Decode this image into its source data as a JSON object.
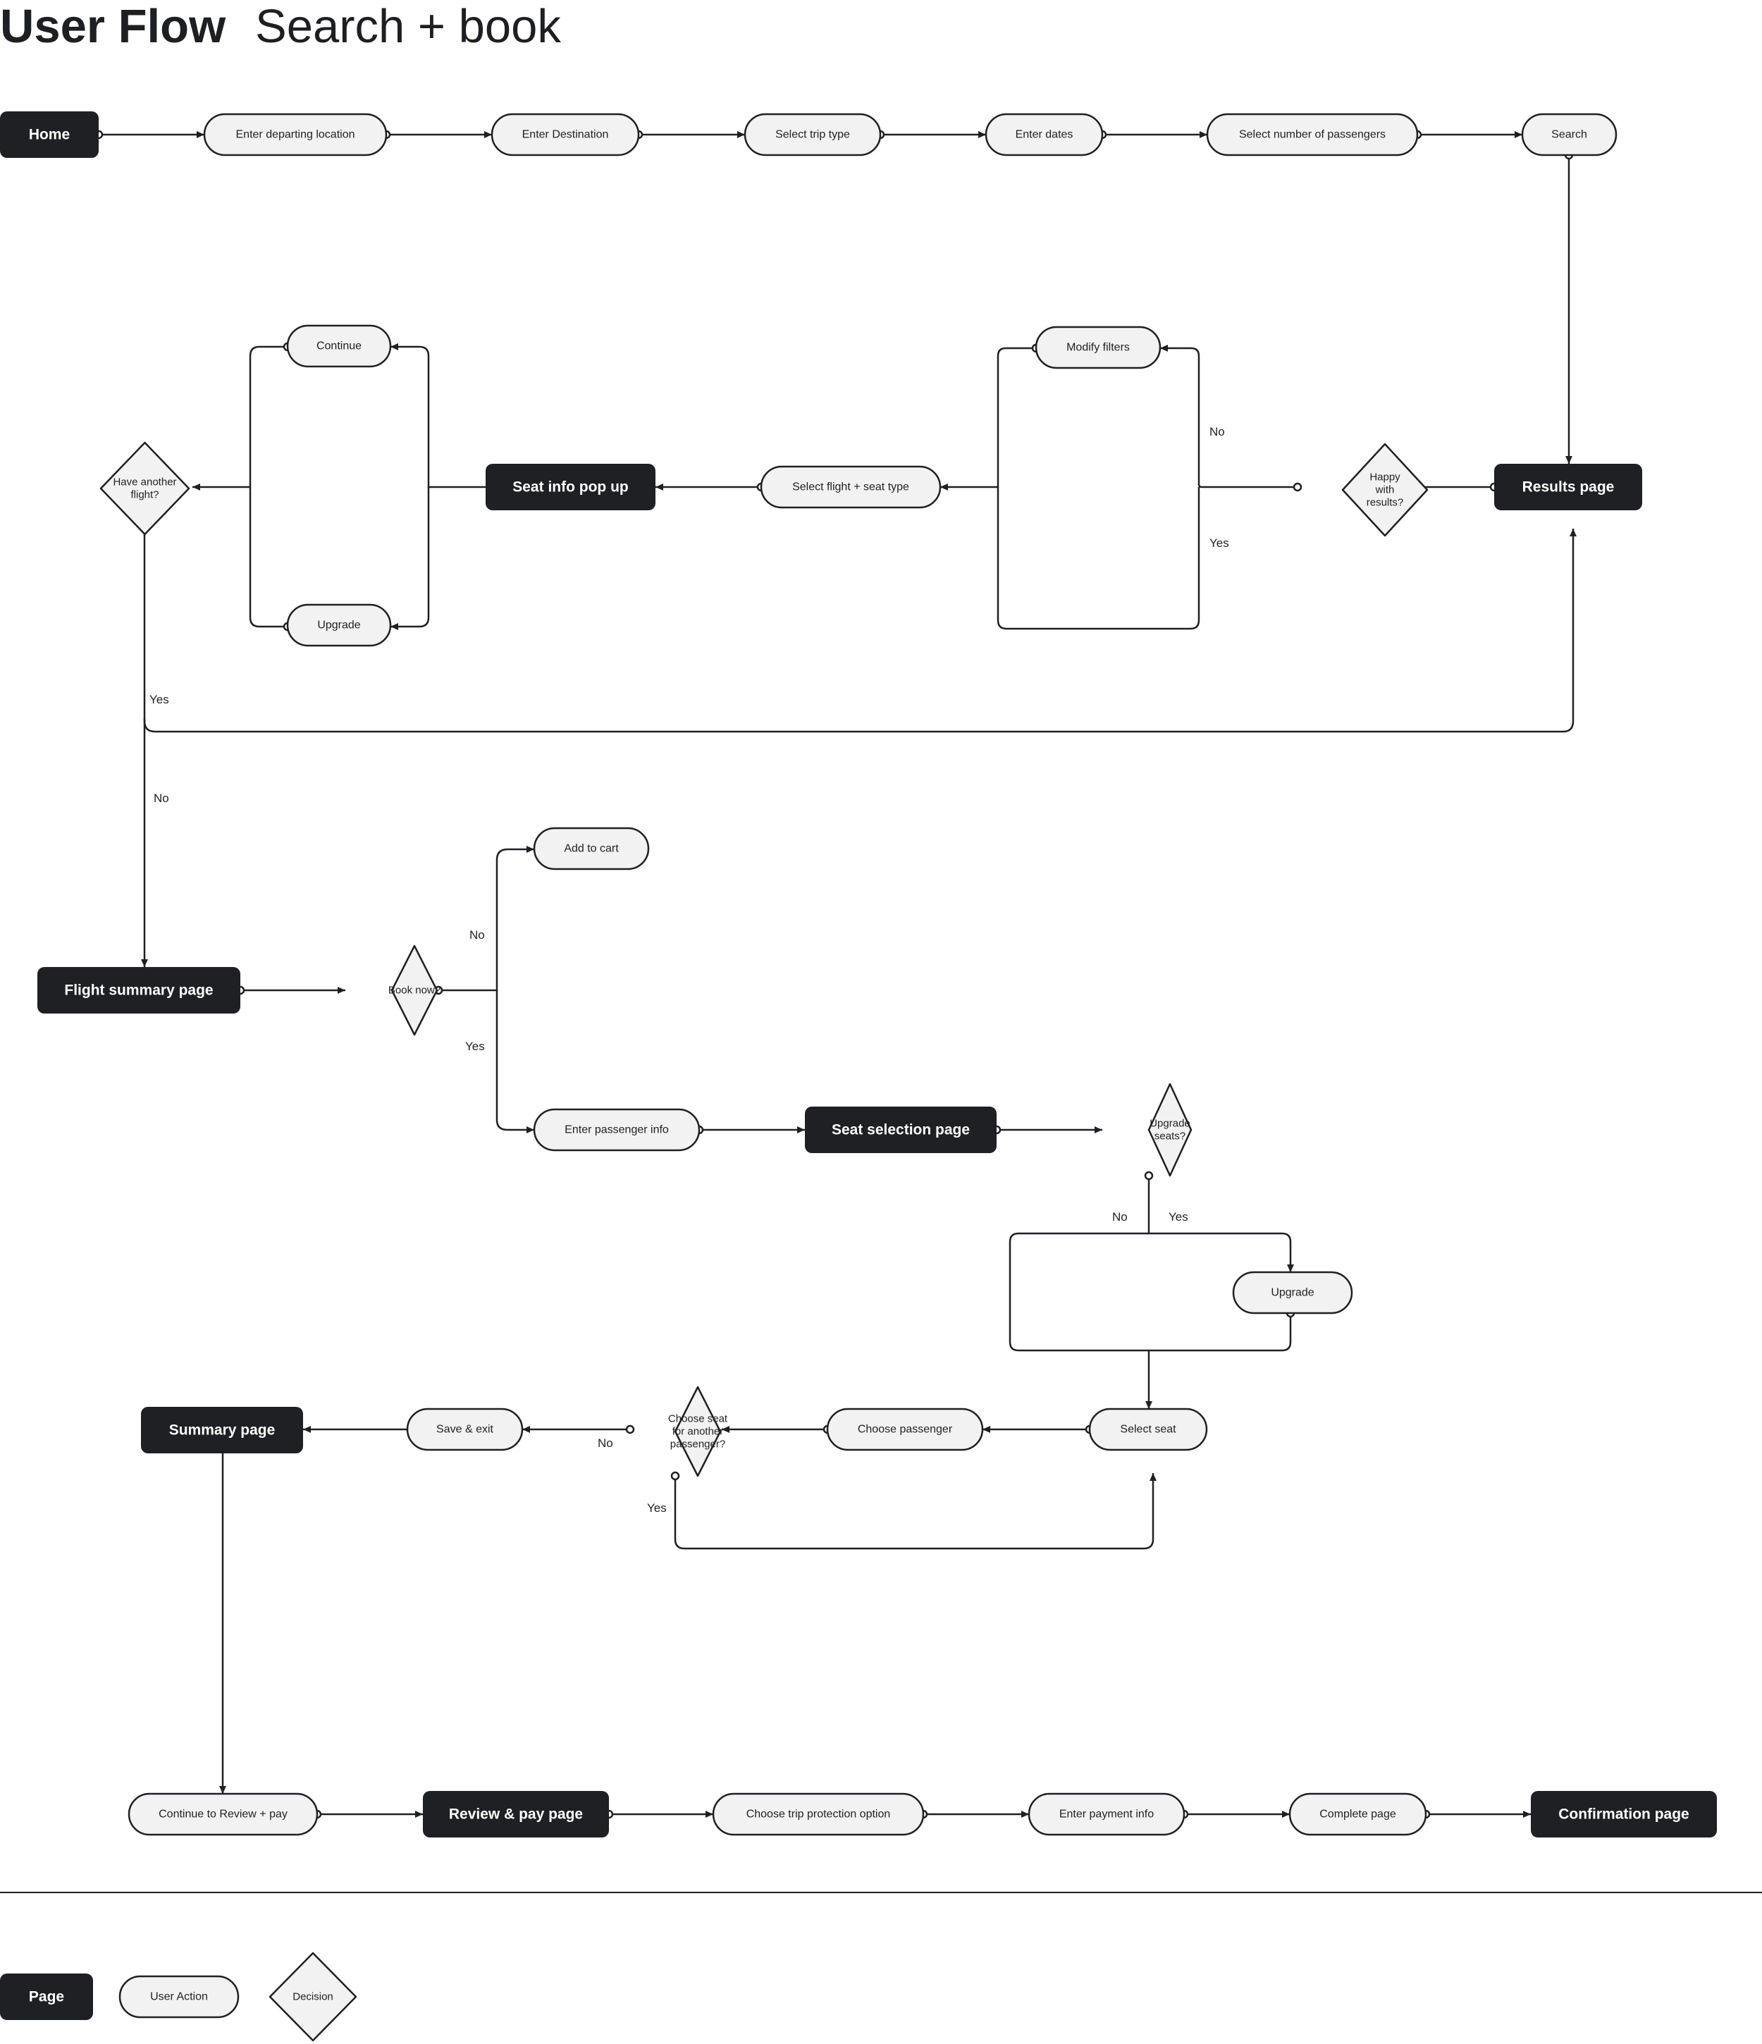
{
  "header": {
    "title": "User Flow",
    "subtitle": "Search + book"
  },
  "nodes": [
    {
      "id": "home",
      "kind": "page",
      "label": "Home"
    },
    {
      "id": "dep",
      "kind": "action",
      "label": "Enter departing location"
    },
    {
      "id": "dest",
      "kind": "action",
      "label": "Enter Destination"
    },
    {
      "id": "trip",
      "kind": "action",
      "label": "Select trip type"
    },
    {
      "id": "dates",
      "kind": "action",
      "label": "Enter dates"
    },
    {
      "id": "pax",
      "kind": "action",
      "label": "Select number of passengers"
    },
    {
      "id": "search",
      "kind": "action",
      "label": "Search"
    },
    {
      "id": "results",
      "kind": "page",
      "label": "Results page"
    },
    {
      "id": "happy",
      "kind": "decision",
      "label": "Happy|with|results?"
    },
    {
      "id": "modify",
      "kind": "action",
      "label": "Modify filters"
    },
    {
      "id": "selflight",
      "kind": "action",
      "label": "Select flight + seat type"
    },
    {
      "id": "seatinfo",
      "kind": "page",
      "label": "Seat info pop up"
    },
    {
      "id": "continue",
      "kind": "action",
      "label": "Continue"
    },
    {
      "id": "upgrade1",
      "kind": "action",
      "label": "Upgrade"
    },
    {
      "id": "another",
      "kind": "decision",
      "label": "Have another|flight?"
    },
    {
      "id": "flightsum",
      "kind": "page",
      "label": "Flight summary page"
    },
    {
      "id": "booknow",
      "kind": "decision",
      "label": "Book now?"
    },
    {
      "id": "cart",
      "kind": "action",
      "label": "Add to cart"
    },
    {
      "id": "passinfo",
      "kind": "action",
      "label": "Enter passenger info"
    },
    {
      "id": "seatsel",
      "kind": "page",
      "label": "Seat selection page"
    },
    {
      "id": "upgseats",
      "kind": "decision",
      "label": "Upgrade|seats?"
    },
    {
      "id": "upgrade2",
      "kind": "action",
      "label": "Upgrade"
    },
    {
      "id": "selseat",
      "kind": "action",
      "label": "Select seat"
    },
    {
      "id": "choosepass",
      "kind": "action",
      "label": "Choose passenger"
    },
    {
      "id": "chooseseat",
      "kind": "decision",
      "label": "Choose seat|for another|passenger?"
    },
    {
      "id": "saveexit",
      "kind": "action",
      "label": "Save & exit"
    },
    {
      "id": "summary",
      "kind": "page",
      "label": "Summary page"
    },
    {
      "id": "contreview",
      "kind": "action",
      "label": "Continue to Review + pay"
    },
    {
      "id": "reviewpay",
      "kind": "page",
      "label": "Review & pay page"
    },
    {
      "id": "protect",
      "kind": "action",
      "label": "Choose trip protection option"
    },
    {
      "id": "payment",
      "kind": "action",
      "label": "Enter payment info"
    },
    {
      "id": "complete",
      "kind": "action",
      "label": "Complete page"
    },
    {
      "id": "confirm",
      "kind": "page",
      "label": "Confirmation page"
    }
  ],
  "edge_labels": [
    {
      "id": "no-modify",
      "text": "No"
    },
    {
      "id": "yes-select",
      "text": "Yes"
    },
    {
      "id": "yes-another",
      "text": "Yes"
    },
    {
      "id": "no-another",
      "text": "No"
    },
    {
      "id": "no-book",
      "text": "No"
    },
    {
      "id": "yes-book",
      "text": "Yes"
    },
    {
      "id": "no-upgrade",
      "text": "No"
    },
    {
      "id": "yes-upgrade",
      "text": "Yes"
    },
    {
      "id": "no-chooseseat",
      "text": "No"
    },
    {
      "id": "yes-chooseseat",
      "text": "Yes"
    }
  ],
  "legend": {
    "page": "Page",
    "action": "User Action",
    "decision": "Decision"
  }
}
